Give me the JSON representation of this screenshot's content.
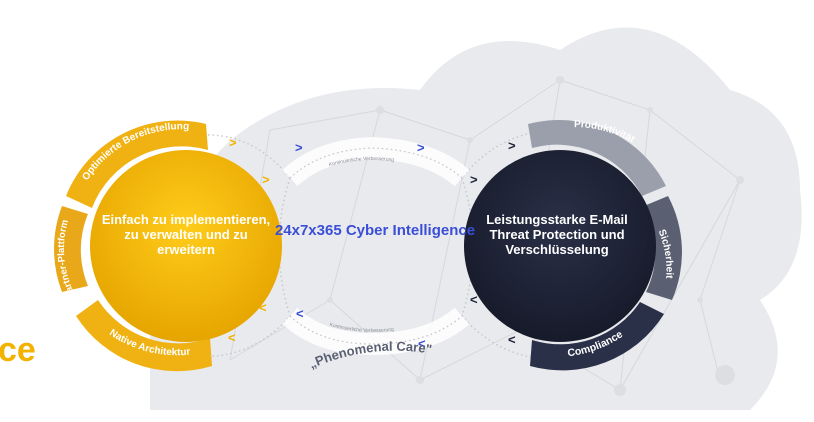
{
  "left_circle": {
    "text": "Einfach zu implementieren, zu verwalten und zu erweitern"
  },
  "center": {
    "title": "24x7x365 Cyber Intelligence"
  },
  "right_circle": {
    "text": "Leistungsstarke E-Mail Threat Protection und Verschlüsselung"
  },
  "left_segments": {
    "top": "Optimierte Bereitstellung",
    "middle": "Partner-Plattform",
    "bottom": "Native Architektur"
  },
  "right_segments": {
    "top": "Produktivität",
    "middle": "Sicherheit",
    "bottom": "Compliance"
  },
  "loop_labels": {
    "top": "Kontinuierliche Verbesserung",
    "bottom": "Kontinuierliche Verbesserung"
  },
  "bottom_caption": "„Phenomenal Care\"",
  "partial_left_text": "ce",
  "colors": {
    "yellow": "#f2b300",
    "orange": "#e8a21a",
    "navy": "#1d2236",
    "gray_light": "#9a9fab",
    "gray_dark": "#5a6072",
    "accent_blue": "#3a4fd8",
    "cloud": "#e9eaed"
  }
}
